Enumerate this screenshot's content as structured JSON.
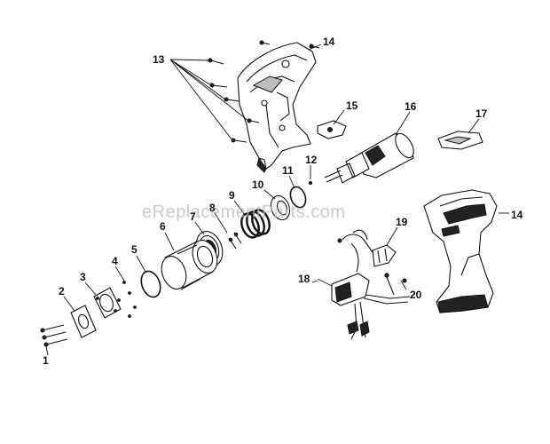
{
  "watermark": "eReplacementParts.com",
  "callouts": [
    {
      "id": "1",
      "label": "1"
    },
    {
      "id": "2",
      "label": "2"
    },
    {
      "id": "3",
      "label": "3"
    },
    {
      "id": "4",
      "label": "4"
    },
    {
      "id": "5",
      "label": "5"
    },
    {
      "id": "6",
      "label": "6"
    },
    {
      "id": "7",
      "label": "7"
    },
    {
      "id": "8",
      "label": "8"
    },
    {
      "id": "9",
      "label": "9"
    },
    {
      "id": "10",
      "label": "10"
    },
    {
      "id": "11",
      "label": "11"
    },
    {
      "id": "12",
      "label": "12"
    },
    {
      "id": "13",
      "label": "13"
    },
    {
      "id": "14a",
      "label": "14"
    },
    {
      "id": "14b",
      "label": "14"
    },
    {
      "id": "15",
      "label": "15"
    },
    {
      "id": "16",
      "label": "16"
    },
    {
      "id": "17",
      "label": "17"
    },
    {
      "id": "18",
      "label": "18"
    },
    {
      "id": "19",
      "label": "19"
    },
    {
      "id": "20",
      "label": "20"
    }
  ]
}
